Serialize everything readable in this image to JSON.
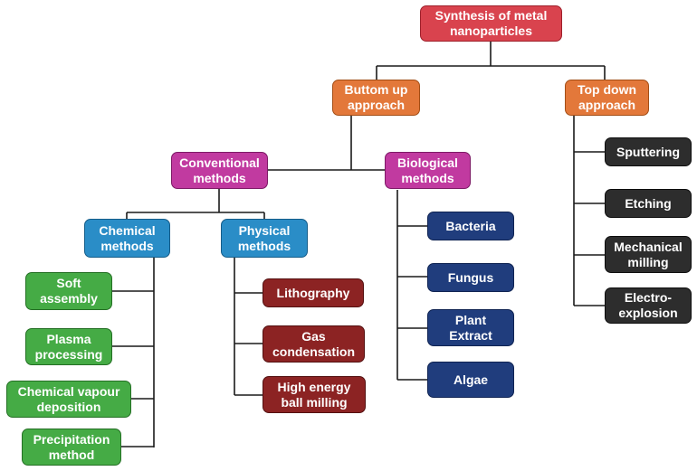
{
  "diagram": {
    "root": "Synthesis of metal\nnanoparticles",
    "bottom_up": "Buttom up\napproach",
    "top_down": "Top down\napproach",
    "conventional": "Conventional\nmethods",
    "biological": "Biological\nmethods",
    "chemical": "Chemical\nmethods",
    "physical": "Physical\nmethods",
    "chemical_items": [
      "Soft\nassembly",
      "Plasma\nprocessing",
      "Chemical vapour\ndeposition",
      "Precipitation\nmethod"
    ],
    "physical_items": [
      "Lithography",
      "Gas\ncondensation",
      "High energy\nball milling"
    ],
    "biological_items": [
      "Bacteria",
      "Fungus",
      "Plant\nExtract",
      "Algae"
    ],
    "top_down_items": [
      "Sputtering",
      "Etching",
      "Mechanical\nmilling",
      "Electro-\nexplosion"
    ]
  },
  "colors": {
    "root": "#d9434e",
    "approach": "#e3783a",
    "category": "#c13aa0",
    "subcategory": "#2a8dc7",
    "chemical_leaf": "#45ab45",
    "physical_leaf": "#8c2323",
    "biological_leaf": "#203d7d",
    "top_down_leaf": "#2d2d2d",
    "connector": "#1a1a1a"
  }
}
